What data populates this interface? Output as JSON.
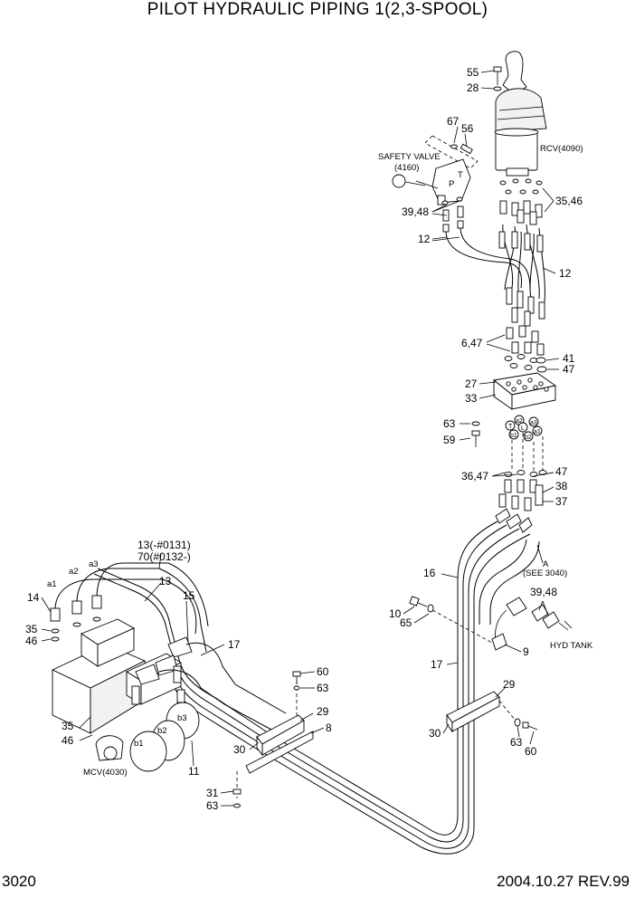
{
  "title": "PILOT HYDRAULIC PIPING 1(2,3-SPOOL)",
  "page_number": "3020",
  "footer": "2004.10.27  REV.99",
  "components": {
    "rcv": "RCV(4090)",
    "safety_valve_line1": "SAFETY VALVE",
    "safety_valve_line2": "(4160)",
    "mcv": "MCV(4030)",
    "hyd_tank": "HYD TANK",
    "see_a": "A",
    "see_ref": "(SEE 3040)",
    "sv_port_p": "P",
    "sv_port_t": "T"
  },
  "callouts": {
    "c55": "55",
    "c28": "28",
    "c67": "67",
    "c56": "56",
    "c3546": "35,46",
    "c3948_top": "39,48",
    "c12_left": "12",
    "c12_right": "12",
    "c647": "6,47",
    "c41": "41",
    "c47_a": "47",
    "c27": "27",
    "c33": "33",
    "c63_mid": "63",
    "c59": "59",
    "c3647": "36,47",
    "c47_b": "47",
    "c38": "38",
    "c37": "37",
    "c13_a": "13(-#0131)",
    "c70": "70(#0132-)",
    "c13_b": "13",
    "c14": "14",
    "c15": "15",
    "c35_a": "35",
    "c46_a": "46",
    "c17_a": "17",
    "c16": "16",
    "c10": "10",
    "c65": "65",
    "c3948_right": "39,48",
    "c9": "9",
    "c17_b": "17",
    "c60_a": "60",
    "c63_b": "63",
    "c29_a": "29",
    "c8": "8",
    "c30_a": "30",
    "c29_b": "29",
    "c30_b": "30",
    "c63_c": "63",
    "c60_b": "60",
    "c35_b": "35",
    "c46_b": "46",
    "c11": "11",
    "c31": "31",
    "c63_d": "63"
  },
  "ports": {
    "a1": "a1",
    "a2": "a2",
    "a3": "a3",
    "b1": "b1",
    "b2": "b2",
    "b3": "b3",
    "pa2": "a2",
    "pa3": "a3",
    "pt": "T",
    "pL": "L",
    "pa1": "a1",
    "pb1": "b1",
    "pb2": "b2",
    "pP": "P"
  }
}
